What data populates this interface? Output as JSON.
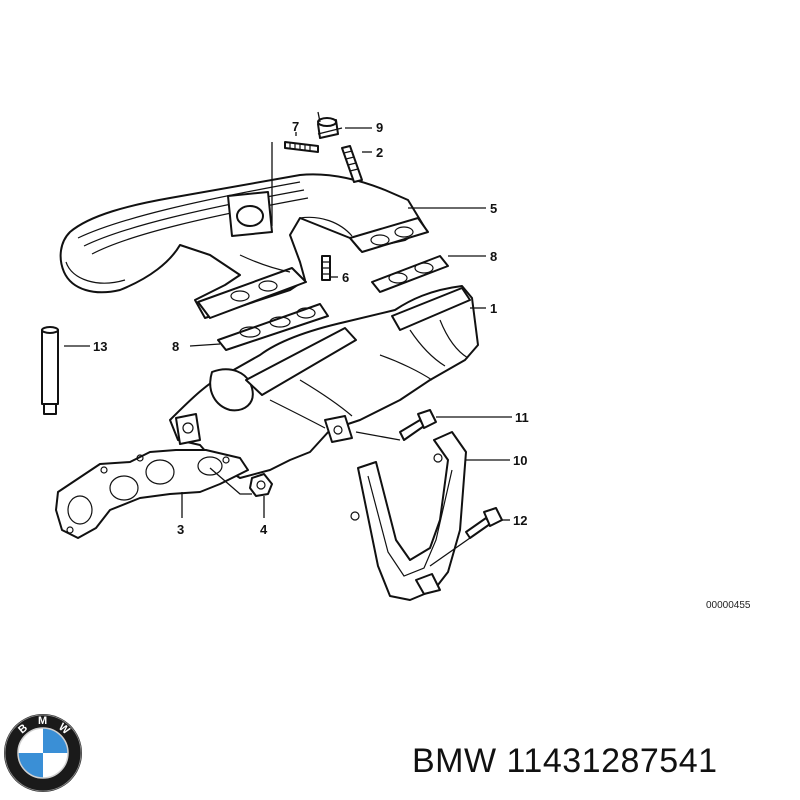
{
  "diagram": {
    "callouts": [
      "7",
      "9",
      "2",
      "5",
      "8",
      "6",
      "1",
      "13",
      "8",
      "11",
      "10",
      "12",
      "3",
      "4"
    ],
    "reference_code": "00000455"
  },
  "footer": {
    "brand": "BMW",
    "part_number": "11431287541",
    "logo_letters": [
      "B",
      "M",
      "W"
    ]
  },
  "colors": {
    "logo_blue": "#3a8fd6",
    "logo_ring": "#1a1a1a",
    "line": "#111111"
  }
}
